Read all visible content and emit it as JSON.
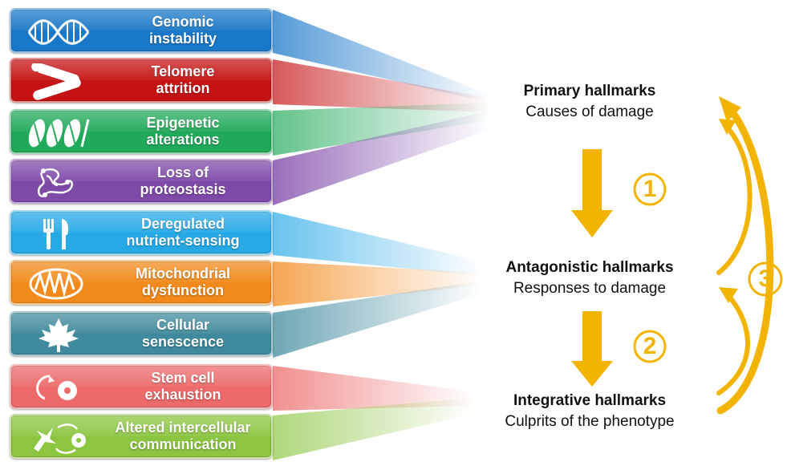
{
  "hallmarks": [
    {
      "line1": "Genomic",
      "line2": "instability",
      "color": "#1a78c8",
      "icon": "dna-helix-icon"
    },
    {
      "line1": "Telomere",
      "line2": "attrition",
      "color": "#c51212",
      "icon": "chromosome-icon"
    },
    {
      "line1": "Epigenetic",
      "line2": "alterations",
      "color": "#21a95a",
      "icon": "nucleosome-icon"
    },
    {
      "line1": "Loss of",
      "line2": "proteostasis",
      "color": "#7e4aa8",
      "icon": "protein-structure-icon"
    },
    {
      "line1": "Deregulated",
      "line2": "nutrient-sensing",
      "color": "#27a9e6",
      "icon": "fork-knife-icon"
    },
    {
      "line1": "Mitochondrial",
      "line2": "dysfunction",
      "color": "#f18a1b",
      "icon": "mitochondrion-icon"
    },
    {
      "line1": "Cellular",
      "line2": "senescence",
      "color": "#3f8a9c",
      "icon": "maple-leaf-icon"
    },
    {
      "line1": "Stem cell",
      "line2": "exhaustion",
      "color": "#ec6a6a",
      "icon": "stem-cell-icon"
    },
    {
      "line1": "Altered intercellular",
      "line2": "communication",
      "color": "#8cc641",
      "icon": "cell-signaling-icon"
    }
  ],
  "tiers": {
    "primary": {
      "title": "Primary hallmarks",
      "subtitle": "Causes of damage"
    },
    "antagonistic": {
      "title": "Antagonistic hallmarks",
      "subtitle": "Responses to damage"
    },
    "integrative": {
      "title": "Integrative hallmarks",
      "subtitle": "Culprits of the phenotype"
    }
  },
  "steps": {
    "one": "1",
    "two": "2",
    "three": "3"
  },
  "colors": {
    "arrow": "#f2b400"
  }
}
